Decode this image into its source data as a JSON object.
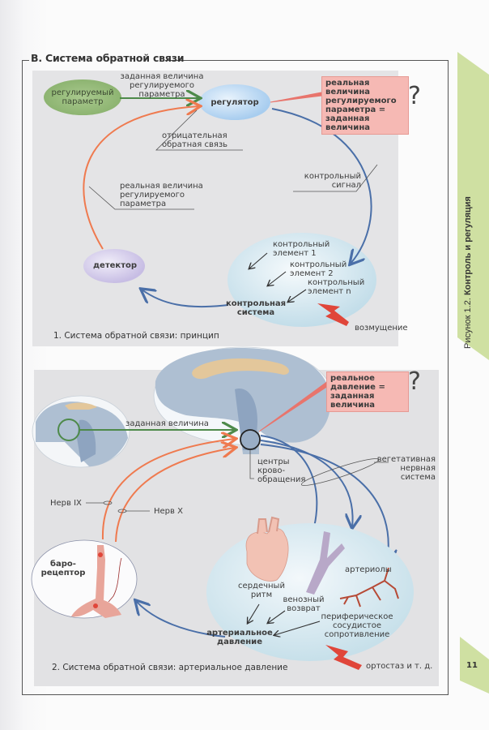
{
  "section": {
    "title": "B. Система обратной связи",
    "side_tab": {
      "figure": "Рисунок 1.2.",
      "title": "Контроль и регуляция"
    },
    "page_number": "11"
  },
  "panel1": {
    "caption": "1. Система обратной связи: принцип",
    "nodes": {
      "regulated_parameter": "регулируемый параметр",
      "regulator": "регулятор",
      "detector": "детектор",
      "control_system": "контрольная система"
    },
    "labels": {
      "set_value": "заданная величина регулируемого параметра",
      "negative_feedback": "отрицательная обратная связь",
      "control_signal": "контрольный сигнал",
      "actual_value": "реальная величина регулируемого параметра",
      "control_element_1": "контрольный элемент 1",
      "control_element_2": "контрольный элемент 2",
      "control_element_n": "контрольный элемент n",
      "disturbance": "возмущение"
    },
    "question_box": "реальная величина регулируемого параметра = заданная величина",
    "question_mark": "?"
  },
  "panel2": {
    "caption": "2. Система обратной связи: артериальное давление",
    "labels": {
      "set_value": "заданная величина",
      "circulation_centers": "центры крово-обращения",
      "autonomic_nervous_system": "вегетативная нервная система",
      "nerve_ix": "Нерв IX",
      "nerve_x": "Нерв X",
      "baroreceptor": "баро-рецептор",
      "arterioles": "артериолы",
      "heart_rate": "сердечный ритм",
      "venous_return": "венозный возврат",
      "peripheral_resistance": "периферическое сосудистое сопротивление",
      "arterial_pressure": "артериальное давление",
      "orthostasis": "ортостаз и т. д."
    },
    "question_box": "реальное давление = заданная величина",
    "question_mark": "?"
  },
  "colors": {
    "green_arrow": "#4e8a4a",
    "orange_arrow": "#ef7a4f",
    "blue_arrow": "#4a6fa8",
    "red_bolt": "#e0463a",
    "pink_box": "#f6b9b4",
    "side_tab": "#cfe0a2"
  }
}
